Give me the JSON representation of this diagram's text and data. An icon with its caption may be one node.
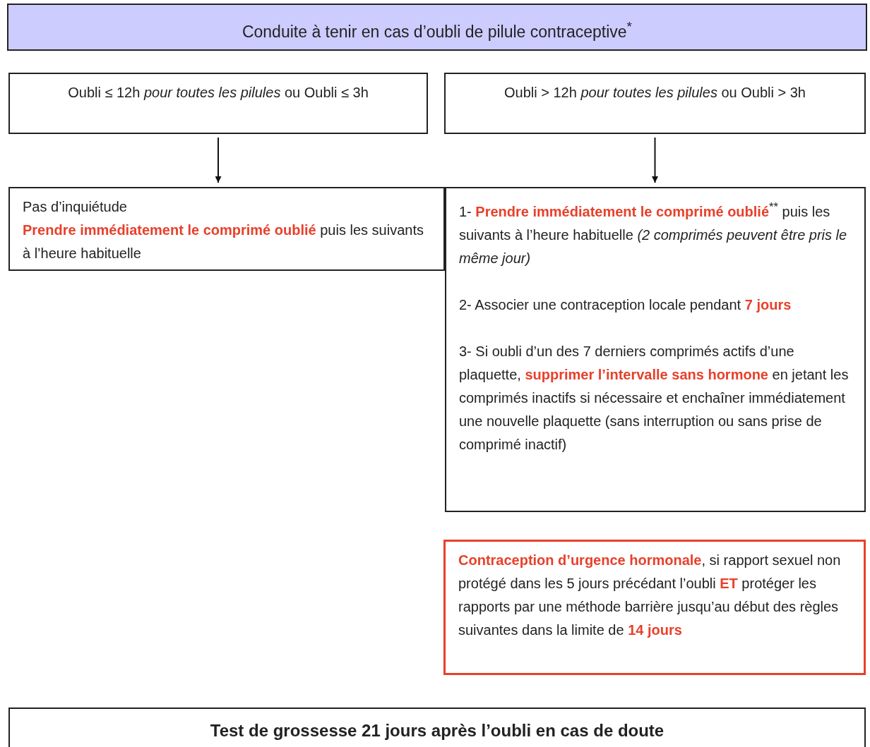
{
  "diagram": {
    "nodes": [
      {
        "text": [
          "Conduite à tenir en cas d’oubli de pilule contraceptive$^{*}$"
        ]
      },
      {
        "text": [
          "Oubli ≤ 12h *pour toutes les pilules* ou Oubli ≤ 3h"
        ]
      },
      {
        "text": [
          "Oubli > 12h *pour toutes les pilules* ou Oubli > 3h"
        ]
      },
      {
        "text": [
          "Pas d’inquiétude",
          "**Prendre immédiatement le comprimé oublié** puis les suivants à l’heure habituelle"
        ]
      },
      {
        "text": [
          "1- **Prendre immédiatement le comprimé oublié**$^{**}$ puis les suivants à l’heure habituelle *(2 comprimés peuvent être pris le même jour)*",
          "2- Associer une contraception locale pendant **7 jours**",
          "3- Si oubli d’un des 7 derniers comprimés actifs d’une plaquette, **supprimer l’intervalle sans hormone** en jetant les comprimés inactifs si nécessaire et enchaîner immédiatement une nouvelle plaquette (sans interruption ou sans prise de comprimé inactif)"
        ]
      },
      {
        "text": [
          "**Contraception d’urgence hormonale**, si rapport sexuel non protégé dans les 5 jours précédant l’oubli **ET** protéger les rapports par une méthode barrière jusqu’au début des règles suivantes dans la limite de **14 jours**"
        ]
      },
      {
        "text": [
          "Test de grossesse 21 jours après l’oubli en cas de doute"
        ]
      }
    ],
    "edges": [
      {
        "from": 1,
        "to": 3,
        "arrow": "to"
      },
      {
        "from": 2,
        "to": 4,
        "arrow": "to"
      }
    ]
  }
}
